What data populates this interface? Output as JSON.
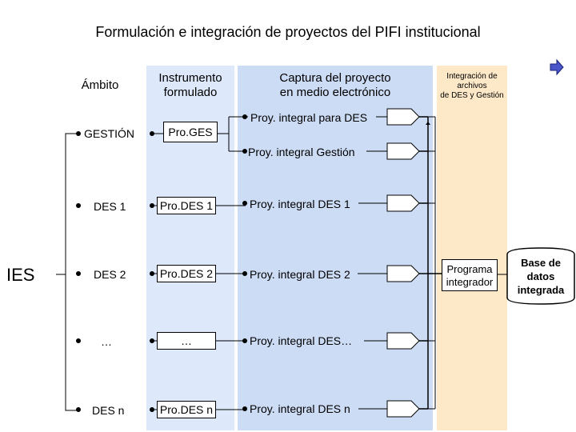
{
  "title": "Formulación e integración de proyectos del PIFI institucional",
  "headers": {
    "ambito": "Ámbito",
    "instrumento_1": "Instrumento",
    "instrumento_2": "formulado",
    "captura_1": "Captura del proyecto",
    "captura_2": "en medio electrónico",
    "integracion_1": "Integración de",
    "integracion_2": "archivos",
    "integracion_3": "de DES y Gestión"
  },
  "ies_label": "IES",
  "rows": {
    "gestion": {
      "ambito": "GESTIÓN",
      "instrumento": "Pro.GES",
      "captura_des": "Proy. integral para DES",
      "captura_gestion": "Proy. integral Gestión"
    },
    "des1": {
      "ambito": "DES 1",
      "instrumento": "Pro.DES 1",
      "captura": "Proy. integral DES 1"
    },
    "des2": {
      "ambito": "DES 2",
      "instrumento": "Pro.DES 2",
      "captura": "Proy. integral DES 2"
    },
    "desx": {
      "ambito": "…",
      "instrumento": "…",
      "captura": "Proy. integral DES…"
    },
    "desn": {
      "ambito": "DES n",
      "instrumento": "Pro.DES n",
      "captura": "Proy. integral DES n"
    }
  },
  "programa": {
    "line1": "Programa",
    "line2": "integrador"
  },
  "base_datos": {
    "line1": "Base de",
    "line2": "datos",
    "line3": "integrada"
  },
  "colors": {
    "col_instrumento": "#dde8fb",
    "col_captura": "#cddcf5",
    "col_integracion": "#fde8c8"
  },
  "icons": {
    "next": "arrow-right-icon"
  }
}
